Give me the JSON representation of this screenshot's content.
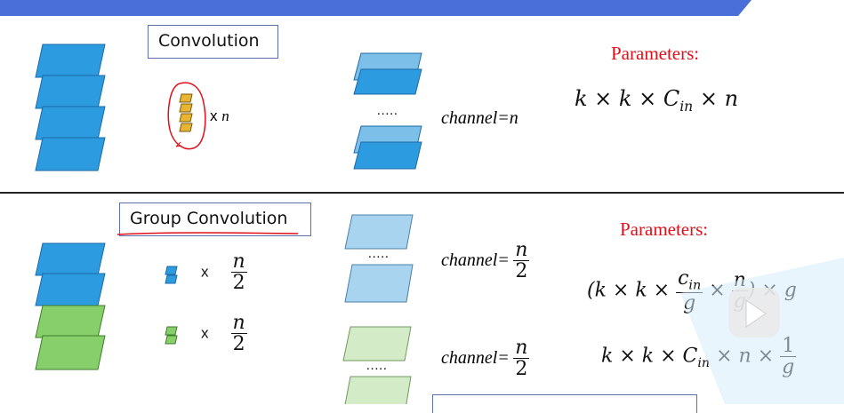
{
  "top": {
    "conv_label": "Convolution",
    "kernel_mult": "n",
    "dots": ".....",
    "channel_label": "channel=n",
    "params_title": "Parameters:",
    "formula": "k × k × C_in × n"
  },
  "bottom": {
    "group_label": "Group Convolution",
    "mult_x": "x",
    "frac_num": "n",
    "frac_den": "2",
    "dots": ".....",
    "channel_label": "channel=",
    "params_title": "Parameters:",
    "formula1": "(k × k × c_in/g × n/g) × g",
    "formula2": "k × k × C_in × n × 1/g"
  },
  "colors": {
    "header_blue": "#4a6fd8",
    "blue_layer": "#2c9be0",
    "light_blue_layer": "#a9d4ef",
    "green_layer": "#86cf6b",
    "light_green_layer": "#d3ebc6",
    "kernel_yellow": "#e7b531",
    "params_red": "#e0101a"
  }
}
